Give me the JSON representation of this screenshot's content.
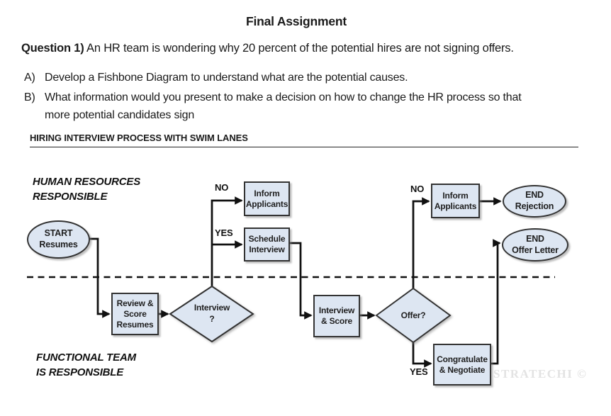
{
  "document": {
    "title": "Final Assignment",
    "question": {
      "label": "Question 1)",
      "text": " An HR team is wondering why 20 percent of the potential hires are not signing offers."
    },
    "items": [
      {
        "letter": "A)",
        "text": "Develop a Fishbone Diagram to understand what are the potential causes."
      },
      {
        "letter": "B)",
        "text": "What information would you present to make a decision on how to change the HR process so that\nmore potential candidates sign"
      }
    ],
    "section_heading": "HIRING INTERVIEW PROCESS WITH SWIM LANES"
  },
  "flowchart": {
    "lane_labels": {
      "hr": "HUMAN RESOURCES\nRESPONSIBLE",
      "functional": "FUNCTIONAL TEAM\nIS RESPONSIBLE"
    },
    "nodes": {
      "start": {
        "shape": "terminator",
        "label": "START\nResumes"
      },
      "review_score_resumes": {
        "shape": "process",
        "label": "Review &\nScore\nResumes"
      },
      "interview_decision": {
        "shape": "decision",
        "label": "Interview\n?"
      },
      "inform_applicants_interview": {
        "shape": "process",
        "label": "Inform\nApplicants"
      },
      "schedule_interview": {
        "shape": "process",
        "label": "Schedule\nInterview"
      },
      "interview_and_score": {
        "shape": "process",
        "label": "Interview\n& Score"
      },
      "offer_decision": {
        "shape": "decision",
        "label": "Offer?"
      },
      "inform_applicants_offer": {
        "shape": "process",
        "label": "Inform\nApplicants"
      },
      "congratulate_negotiate": {
        "shape": "process",
        "label": "Congratulate\n& Negotiate"
      },
      "end_rejection": {
        "shape": "terminator",
        "label": "END\nRejection"
      },
      "end_offer_letter": {
        "shape": "terminator",
        "label": "END\nOffer Letter"
      }
    },
    "edge_labels": {
      "interview_no": "NO",
      "interview_yes": "YES",
      "offer_no": "NO",
      "offer_yes": "YES"
    },
    "colors": {
      "node_fill": "#dde6f2",
      "node_border": "#333333",
      "connector": "#111111"
    },
    "watermark": "STRATECHI ©"
  }
}
